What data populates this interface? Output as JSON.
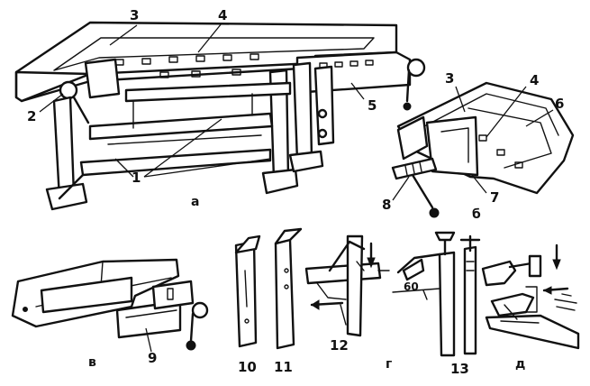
{
  "panels": {
    "a": "а",
    "b": "б",
    "v": "в",
    "g": "г",
    "d": "д"
  },
  "callouts": {
    "c1": "1",
    "c2": "2",
    "c3a": "3",
    "c4a": "4",
    "c5": "5",
    "c3b": "3",
    "c4b": "4",
    "c6": "6",
    "c7": "7",
    "c8": "8",
    "c9": "9",
    "c10": "10",
    "c11": "11",
    "c12": "12",
    "c13": "13"
  },
  "angle_label": "60"
}
